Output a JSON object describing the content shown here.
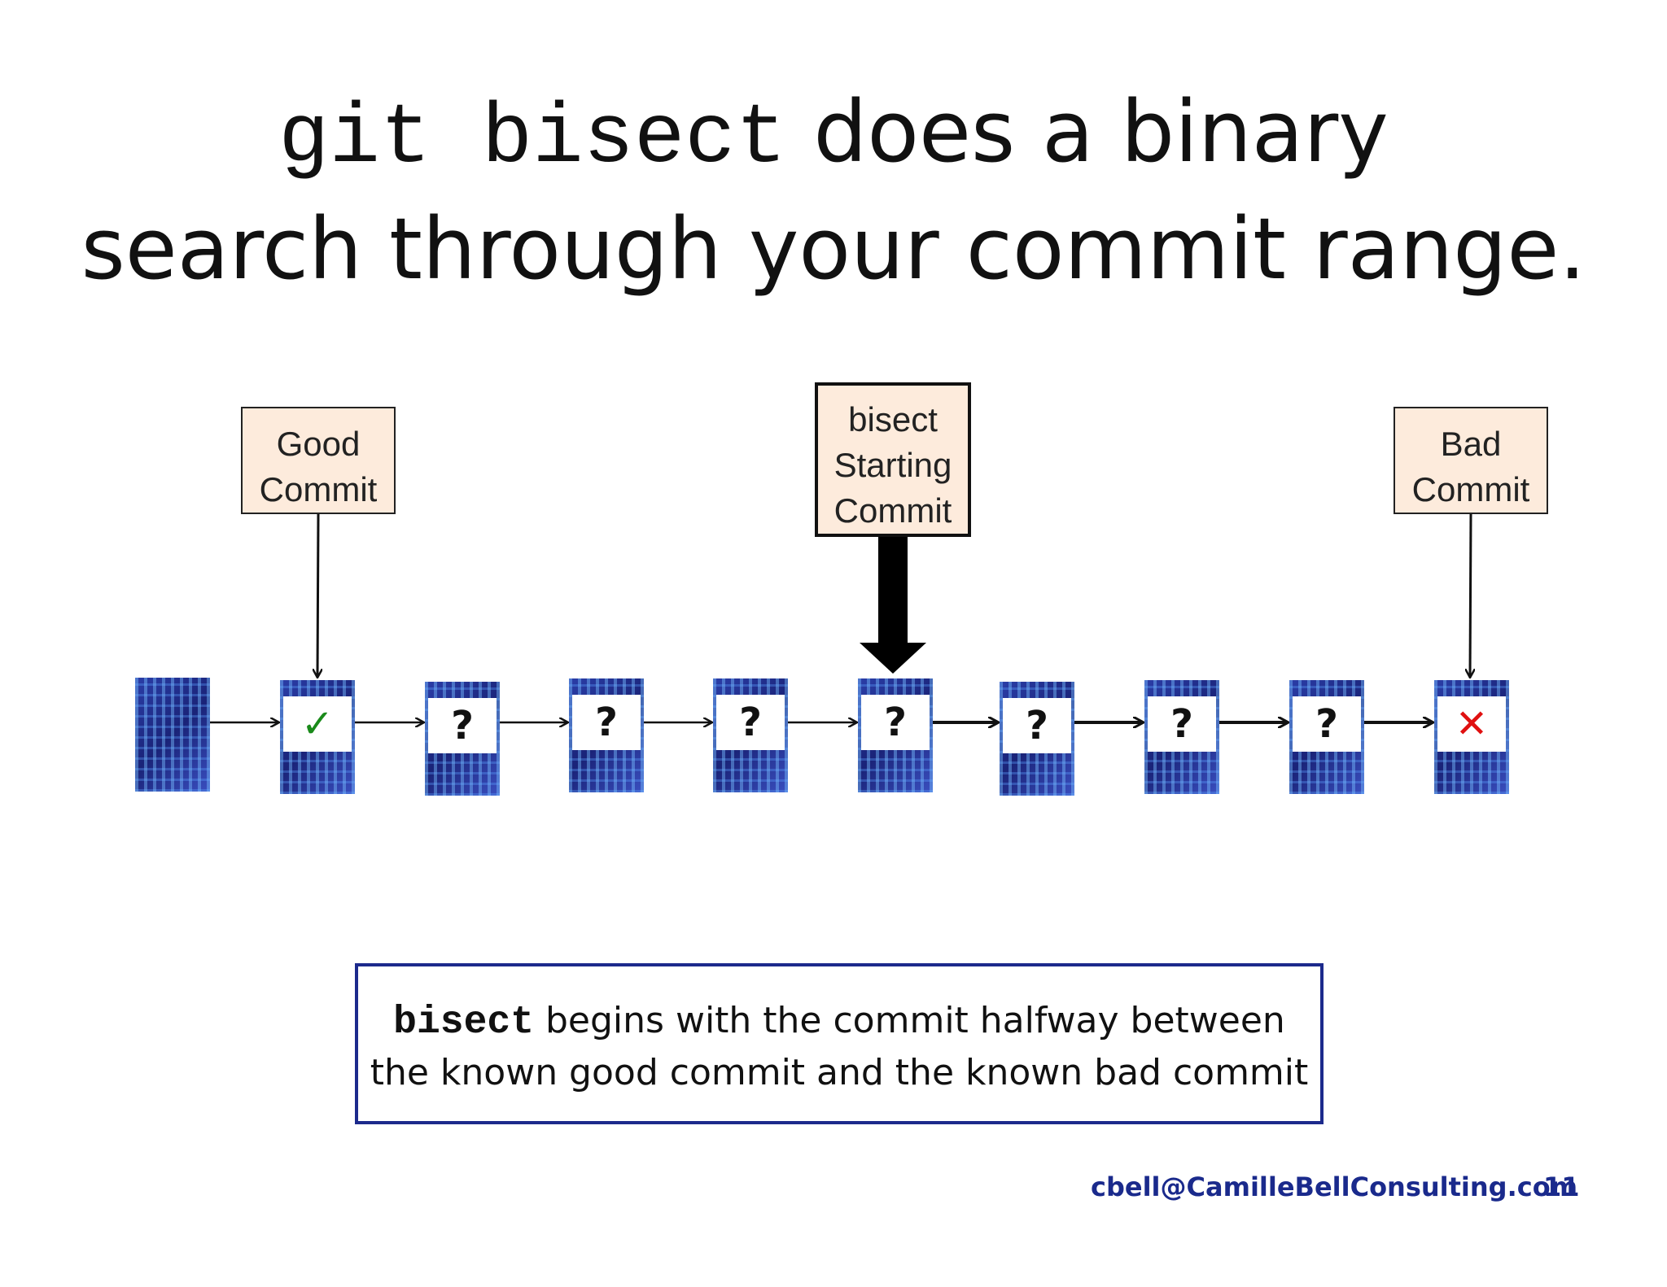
{
  "title": {
    "code": "git bisect",
    "line1_rest": "does a binary",
    "line2": "search through your commit range."
  },
  "labels": {
    "good": [
      "Good",
      "Commit"
    ],
    "start": [
      "bisect",
      "Starting",
      "Commit"
    ],
    "bad": [
      "Bad",
      "Commit"
    ]
  },
  "commits": [
    {
      "mark": ""
    },
    {
      "mark": "✓",
      "status": "good"
    },
    {
      "mark": "?"
    },
    {
      "mark": "?"
    },
    {
      "mark": "?"
    },
    {
      "mark": "?"
    },
    {
      "mark": "?"
    },
    {
      "mark": "?"
    },
    {
      "mark": "?"
    },
    {
      "mark": "✕",
      "status": "bad"
    }
  ],
  "caption": {
    "code": "bisect",
    "text1": "begins with the commit halfway between",
    "text2": "the known good commit and the known bad commit"
  },
  "footer": {
    "email": "cbell@CamilleBellConsulting.com",
    "page": "11"
  },
  "colors": {
    "label_fill": "#fdebdc",
    "caption_border": "#1c2a8c",
    "footer_text": "#1a2a8c",
    "good_mark": "#1a8a1a",
    "bad_mark": "#e01010"
  }
}
